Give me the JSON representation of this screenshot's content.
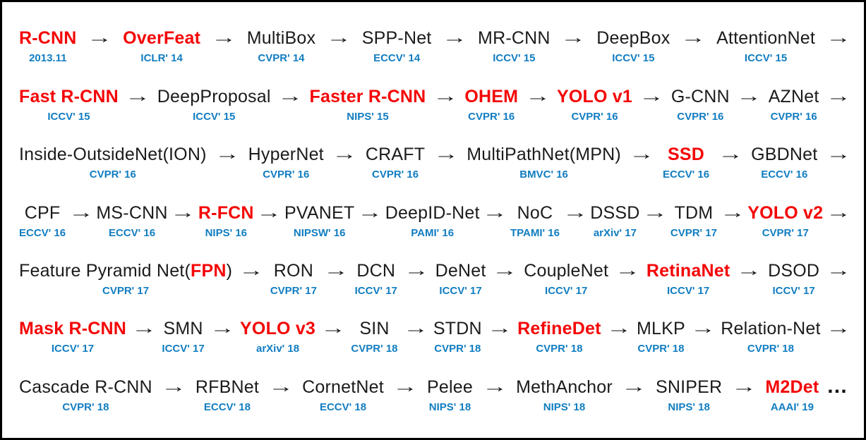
{
  "colors": {
    "red": "#f40606",
    "blue": "#117dc1",
    "black": "#1b1b1b",
    "arrow": "#111111"
  },
  "arrow_glyph": "→",
  "ellipsis_glyph": "…",
  "rows": [
    {
      "trailing": "arrow",
      "items": [
        {
          "venue": "2013.11",
          "segments": [
            {
              "text": "R-CNN",
              "red": true
            }
          ]
        },
        {
          "venue": "ICLR' 14",
          "segments": [
            {
              "text": "OverFeat",
              "red": true
            }
          ]
        },
        {
          "venue": "CVPR' 14",
          "segments": [
            {
              "text": "MultiBox",
              "red": false
            }
          ]
        },
        {
          "venue": "ECCV' 14",
          "segments": [
            {
              "text": "SPP-Net",
              "red": false
            }
          ]
        },
        {
          "venue": "ICCV' 15",
          "segments": [
            {
              "text": "MR-CNN",
              "red": false
            }
          ]
        },
        {
          "venue": "ICCV' 15",
          "segments": [
            {
              "text": "DeepBox",
              "red": false
            }
          ]
        },
        {
          "venue": "ICCV' 15",
          "segments": [
            {
              "text": "AttentionNet",
              "red": false
            }
          ]
        }
      ]
    },
    {
      "trailing": "arrow",
      "items": [
        {
          "venue": "ICCV' 15",
          "segments": [
            {
              "text": "Fast R-CNN",
              "red": true
            }
          ]
        },
        {
          "venue": "ICCV' 15",
          "segments": [
            {
              "text": "DeepProposal",
              "red": false
            }
          ]
        },
        {
          "venue": "NIPS' 15",
          "segments": [
            {
              "text": "Faster R-CNN",
              "red": true
            }
          ]
        },
        {
          "venue": "CVPR' 16",
          "segments": [
            {
              "text": "OHEM",
              "red": true
            }
          ]
        },
        {
          "venue": "CVPR' 16",
          "segments": [
            {
              "text": "YOLO v1",
              "red": true
            }
          ]
        },
        {
          "venue": "CVPR' 16",
          "segments": [
            {
              "text": "G-CNN",
              "red": false
            }
          ]
        },
        {
          "venue": "CVPR' 16",
          "segments": [
            {
              "text": "AZNet",
              "red": false
            }
          ]
        }
      ]
    },
    {
      "trailing": "arrow",
      "items": [
        {
          "venue": "CVPR' 16",
          "segments": [
            {
              "text": "Inside-OutsideNet(ION)",
              "red": false
            }
          ]
        },
        {
          "venue": "CVPR' 16",
          "segments": [
            {
              "text": "HyperNet",
              "red": false
            }
          ]
        },
        {
          "venue": "CVPR' 16",
          "segments": [
            {
              "text": "CRAFT",
              "red": false
            }
          ]
        },
        {
          "venue": "BMVC' 16",
          "segments": [
            {
              "text": "MultiPathNet(MPN)",
              "red": false
            }
          ]
        },
        {
          "venue": "ECCV' 16",
          "segments": [
            {
              "text": "SSD",
              "red": true
            }
          ]
        },
        {
          "venue": "ECCV' 16",
          "segments": [
            {
              "text": "GBDNet",
              "red": false
            }
          ]
        }
      ]
    },
    {
      "trailing": "arrow",
      "items": [
        {
          "venue": "ECCV' 16",
          "segments": [
            {
              "text": "CPF",
              "red": false
            }
          ]
        },
        {
          "venue": "ECCV' 16",
          "segments": [
            {
              "text": "MS-CNN",
              "red": false
            }
          ]
        },
        {
          "venue": "NIPS' 16",
          "segments": [
            {
              "text": "R-FCN",
              "red": true
            }
          ]
        },
        {
          "venue": "NIPSW' 16",
          "segments": [
            {
              "text": "PVANET",
              "red": false
            }
          ]
        },
        {
          "venue": "PAMI' 16",
          "segments": [
            {
              "text": "DeepID-Net",
              "red": false
            }
          ]
        },
        {
          "venue": "TPAMI' 16",
          "segments": [
            {
              "text": "NoC",
              "red": false
            }
          ]
        },
        {
          "venue": "arXiv' 17",
          "segments": [
            {
              "text": "DSSD",
              "red": false
            }
          ]
        },
        {
          "venue": "CVPR' 17",
          "segments": [
            {
              "text": "TDM",
              "red": false
            }
          ]
        },
        {
          "venue": "CVPR' 17",
          "segments": [
            {
              "text": "YOLO v2",
              "red": true
            }
          ]
        }
      ]
    },
    {
      "trailing": "arrow",
      "items": [
        {
          "venue": "CVPR' 17",
          "segments": [
            {
              "text": "Feature Pyramid Net(",
              "red": false
            },
            {
              "text": "FPN",
              "red": true
            },
            {
              "text": ")",
              "red": false
            }
          ]
        },
        {
          "venue": "CVPR' 17",
          "segments": [
            {
              "text": "RON",
              "red": false
            }
          ]
        },
        {
          "venue": "ICCV' 17",
          "segments": [
            {
              "text": "DCN",
              "red": false
            }
          ]
        },
        {
          "venue": "ICCV' 17",
          "segments": [
            {
              "text": "DeNet",
              "red": false
            }
          ]
        },
        {
          "venue": "ICCV' 17",
          "segments": [
            {
              "text": "CoupleNet",
              "red": false
            }
          ]
        },
        {
          "venue": "ICCV' 17",
          "segments": [
            {
              "text": "RetinaNet",
              "red": true
            }
          ]
        },
        {
          "venue": "ICCV' 17",
          "segments": [
            {
              "text": "DSOD",
              "red": false
            }
          ]
        }
      ]
    },
    {
      "trailing": "arrow",
      "items": [
        {
          "venue": "ICCV' 17",
          "segments": [
            {
              "text": "Mask R-CNN",
              "red": true
            }
          ]
        },
        {
          "venue": "ICCV' 17",
          "segments": [
            {
              "text": "SMN",
              "red": false
            }
          ]
        },
        {
          "venue": "arXiv' 18",
          "segments": [
            {
              "text": "YOLO v3",
              "red": true
            }
          ]
        },
        {
          "venue": "CVPR' 18",
          "segments": [
            {
              "text": "SIN",
              "red": false
            }
          ]
        },
        {
          "venue": "CVPR' 18",
          "segments": [
            {
              "text": "STDN",
              "red": false
            }
          ]
        },
        {
          "venue": "CVPR' 18",
          "segments": [
            {
              "text": "RefineDet",
              "red": true
            }
          ]
        },
        {
          "venue": "CVPR' 18",
          "segments": [
            {
              "text": "MLKP",
              "red": false
            }
          ]
        },
        {
          "venue": "CVPR' 18",
          "segments": [
            {
              "text": "Relation-Net",
              "red": false
            }
          ]
        }
      ]
    },
    {
      "trailing": "ellipsis",
      "items": [
        {
          "venue": "CVPR' 18",
          "segments": [
            {
              "text": "Cascade R-CNN",
              "red": false
            }
          ]
        },
        {
          "venue": "ECCV' 18",
          "segments": [
            {
              "text": "RFBNet",
              "red": false
            }
          ]
        },
        {
          "venue": "ECCV' 18",
          "segments": [
            {
              "text": "CornetNet",
              "red": false
            }
          ]
        },
        {
          "venue": "NIPS' 18",
          "segments": [
            {
              "text": "Pelee",
              "red": false
            }
          ]
        },
        {
          "venue": "NIPS' 18",
          "segments": [
            {
              "text": "MethAnchor",
              "red": false
            }
          ]
        },
        {
          "venue": "NIPS' 18",
          "segments": [
            {
              "text": "SNIPER",
              "red": false
            }
          ]
        },
        {
          "venue": "AAAI' 19",
          "segments": [
            {
              "text": "M2Det",
              "red": true
            }
          ]
        }
      ]
    }
  ]
}
